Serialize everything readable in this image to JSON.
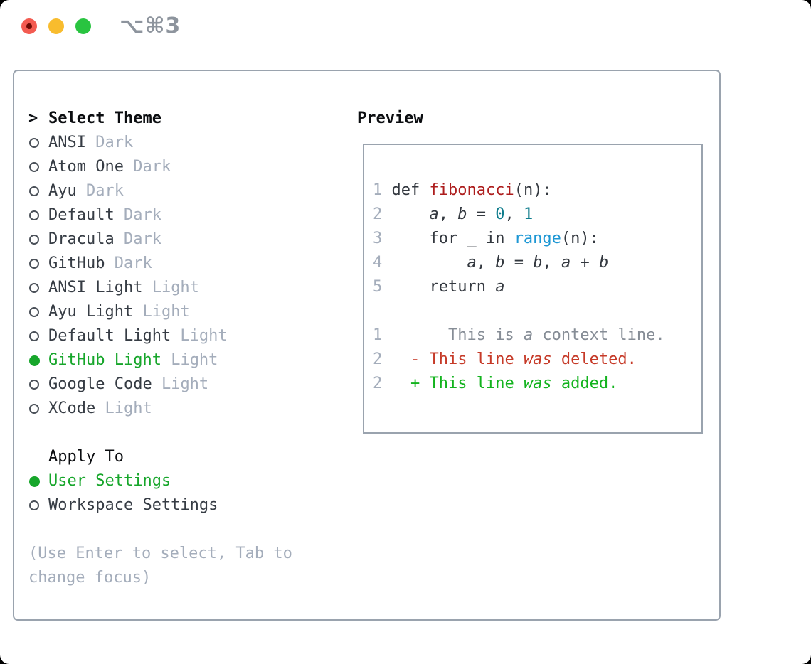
{
  "window": {
    "shortcut_label": "⌥⌘3",
    "traffic_lights": [
      "close",
      "minimize",
      "zoom"
    ]
  },
  "colors": {
    "accent_green": "#17a62b",
    "muted_gray": "#a4adbb",
    "text_dark": "#33383f",
    "border_gray": "#9aa3ae",
    "function_red": "#ad1d1d",
    "number_teal": "#0e7c8c",
    "builtin_blue": "#1d97d4",
    "diff_deleted_red": "#c63a28",
    "diff_added_green": "#13b31e",
    "traffic_red": "#f35b51",
    "traffic_yellow": "#f8bc2e",
    "traffic_green": "#29c440"
  },
  "theme_picker": {
    "title": "Select Theme",
    "prompt": ">",
    "items": [
      {
        "label": "ANSI",
        "variant": "Dark",
        "selected": false
      },
      {
        "label": "Atom One",
        "variant": "Dark",
        "selected": false
      },
      {
        "label": "Ayu",
        "variant": "Dark",
        "selected": false
      },
      {
        "label": "Default",
        "variant": "Dark",
        "selected": false
      },
      {
        "label": "Dracula",
        "variant": "Dark",
        "selected": false
      },
      {
        "label": "GitHub",
        "variant": "Dark",
        "selected": false
      },
      {
        "label": "ANSI Light",
        "variant": "Light",
        "selected": false
      },
      {
        "label": "Ayu Light",
        "variant": "Light",
        "selected": false
      },
      {
        "label": "Default Light",
        "variant": "Light",
        "selected": false
      },
      {
        "label": "GitHub Light",
        "variant": "Light",
        "selected": true
      },
      {
        "label": "Google Code",
        "variant": "Light",
        "selected": false
      },
      {
        "label": "XCode",
        "variant": "Light",
        "selected": false
      }
    ],
    "apply_to": {
      "title": "Apply To",
      "options": [
        {
          "label": "User Settings",
          "selected": true
        },
        {
          "label": "Workspace Settings",
          "selected": false
        }
      ]
    },
    "hint": "(Use Enter to select, Tab to change focus)"
  },
  "preview": {
    "title": "Preview",
    "lines": [
      {
        "num": "1",
        "segments": [
          {
            "t": "def ",
            "c": "code"
          },
          {
            "t": "fibonacci",
            "c": "func"
          },
          {
            "t": "(n):",
            "c": "code"
          }
        ]
      },
      {
        "num": "2",
        "segments": [
          {
            "t": "    ",
            "c": "code"
          },
          {
            "t": "a",
            "c": "var"
          },
          {
            "t": ", ",
            "c": "code"
          },
          {
            "t": "b",
            "c": "var"
          },
          {
            "t": " = ",
            "c": "code"
          },
          {
            "t": "0",
            "c": "num"
          },
          {
            "t": ", ",
            "c": "code"
          },
          {
            "t": "1",
            "c": "num"
          }
        ]
      },
      {
        "num": "3",
        "segments": [
          {
            "t": "    for _ in ",
            "c": "code"
          },
          {
            "t": "range",
            "c": "builtin"
          },
          {
            "t": "(n):",
            "c": "code"
          }
        ]
      },
      {
        "num": "4",
        "segments": [
          {
            "t": "        ",
            "c": "code"
          },
          {
            "t": "a",
            "c": "var"
          },
          {
            "t": ", ",
            "c": "code"
          },
          {
            "t": "b",
            "c": "var"
          },
          {
            "t": " = ",
            "c": "code"
          },
          {
            "t": "b",
            "c": "var"
          },
          {
            "t": ", ",
            "c": "code"
          },
          {
            "t": "a",
            "c": "var"
          },
          {
            "t": " + ",
            "c": "code"
          },
          {
            "t": "b",
            "c": "var"
          }
        ]
      },
      {
        "num": "5",
        "segments": [
          {
            "t": "    return ",
            "c": "code"
          },
          {
            "t": "a",
            "c": "var"
          }
        ]
      },
      {
        "num": "",
        "segments": []
      },
      {
        "num": "1",
        "segments": [
          {
            "t": "      This is ",
            "c": "ctx"
          },
          {
            "t": "a",
            "c": "ctx-i"
          },
          {
            "t": " context line.",
            "c": "ctx"
          }
        ]
      },
      {
        "num": "2",
        "segments": [
          {
            "t": "  - This line ",
            "c": "del"
          },
          {
            "t": "was",
            "c": "del-i"
          },
          {
            "t": " deleted.",
            "c": "del"
          }
        ]
      },
      {
        "num": "2",
        "segments": [
          {
            "t": "  + This line ",
            "c": "add"
          },
          {
            "t": "was",
            "c": "add-i"
          },
          {
            "t": " added.",
            "c": "add"
          }
        ]
      }
    ]
  }
}
